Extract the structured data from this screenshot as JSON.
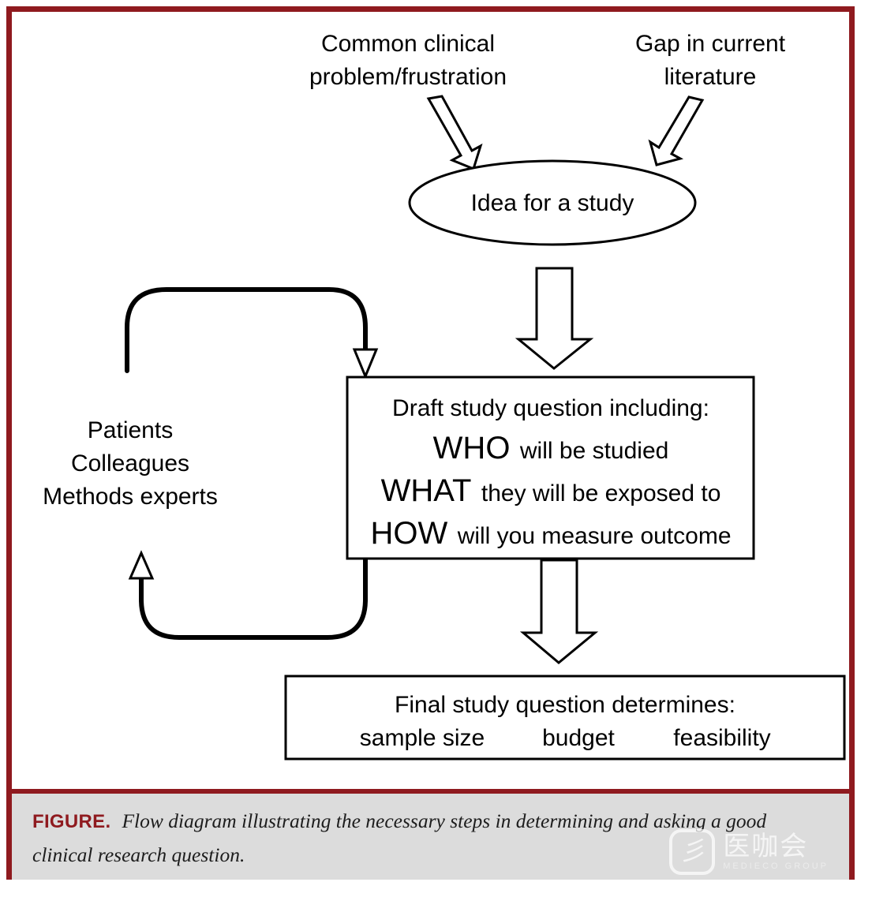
{
  "figure": {
    "frame_color": "#8f1a1f",
    "caption_bg": "#dcdcdc",
    "caption_label": "FIGURE.",
    "caption_text": "Flow diagram illustrating the necessary steps in determining and asking a good clinical research question."
  },
  "watermark": {
    "glyph": "彡",
    "cn_name": "医咖会",
    "en_name": "MEDIECO GROUP"
  },
  "diagram": {
    "inputs": [
      {
        "line1": "Common clinical",
        "line2": "problem/frustration"
      },
      {
        "line1": "Gap in current",
        "line2": "literature"
      }
    ],
    "idea_node": "Idea for a study",
    "draft_box": {
      "heading": "Draft study question including:",
      "rows": [
        {
          "keyword": "WHO",
          "rest": "will be studied"
        },
        {
          "keyword": "WHAT",
          "rest": "they will be exposed to"
        },
        {
          "keyword": "HOW",
          "rest": "will you measure outcome"
        }
      ]
    },
    "feedback_sources": [
      "Patients",
      "Colleagues",
      "Methods experts"
    ],
    "final_box": {
      "heading": "Final study question determines:",
      "items": [
        "sample size",
        "budget",
        "feasibility"
      ]
    }
  }
}
